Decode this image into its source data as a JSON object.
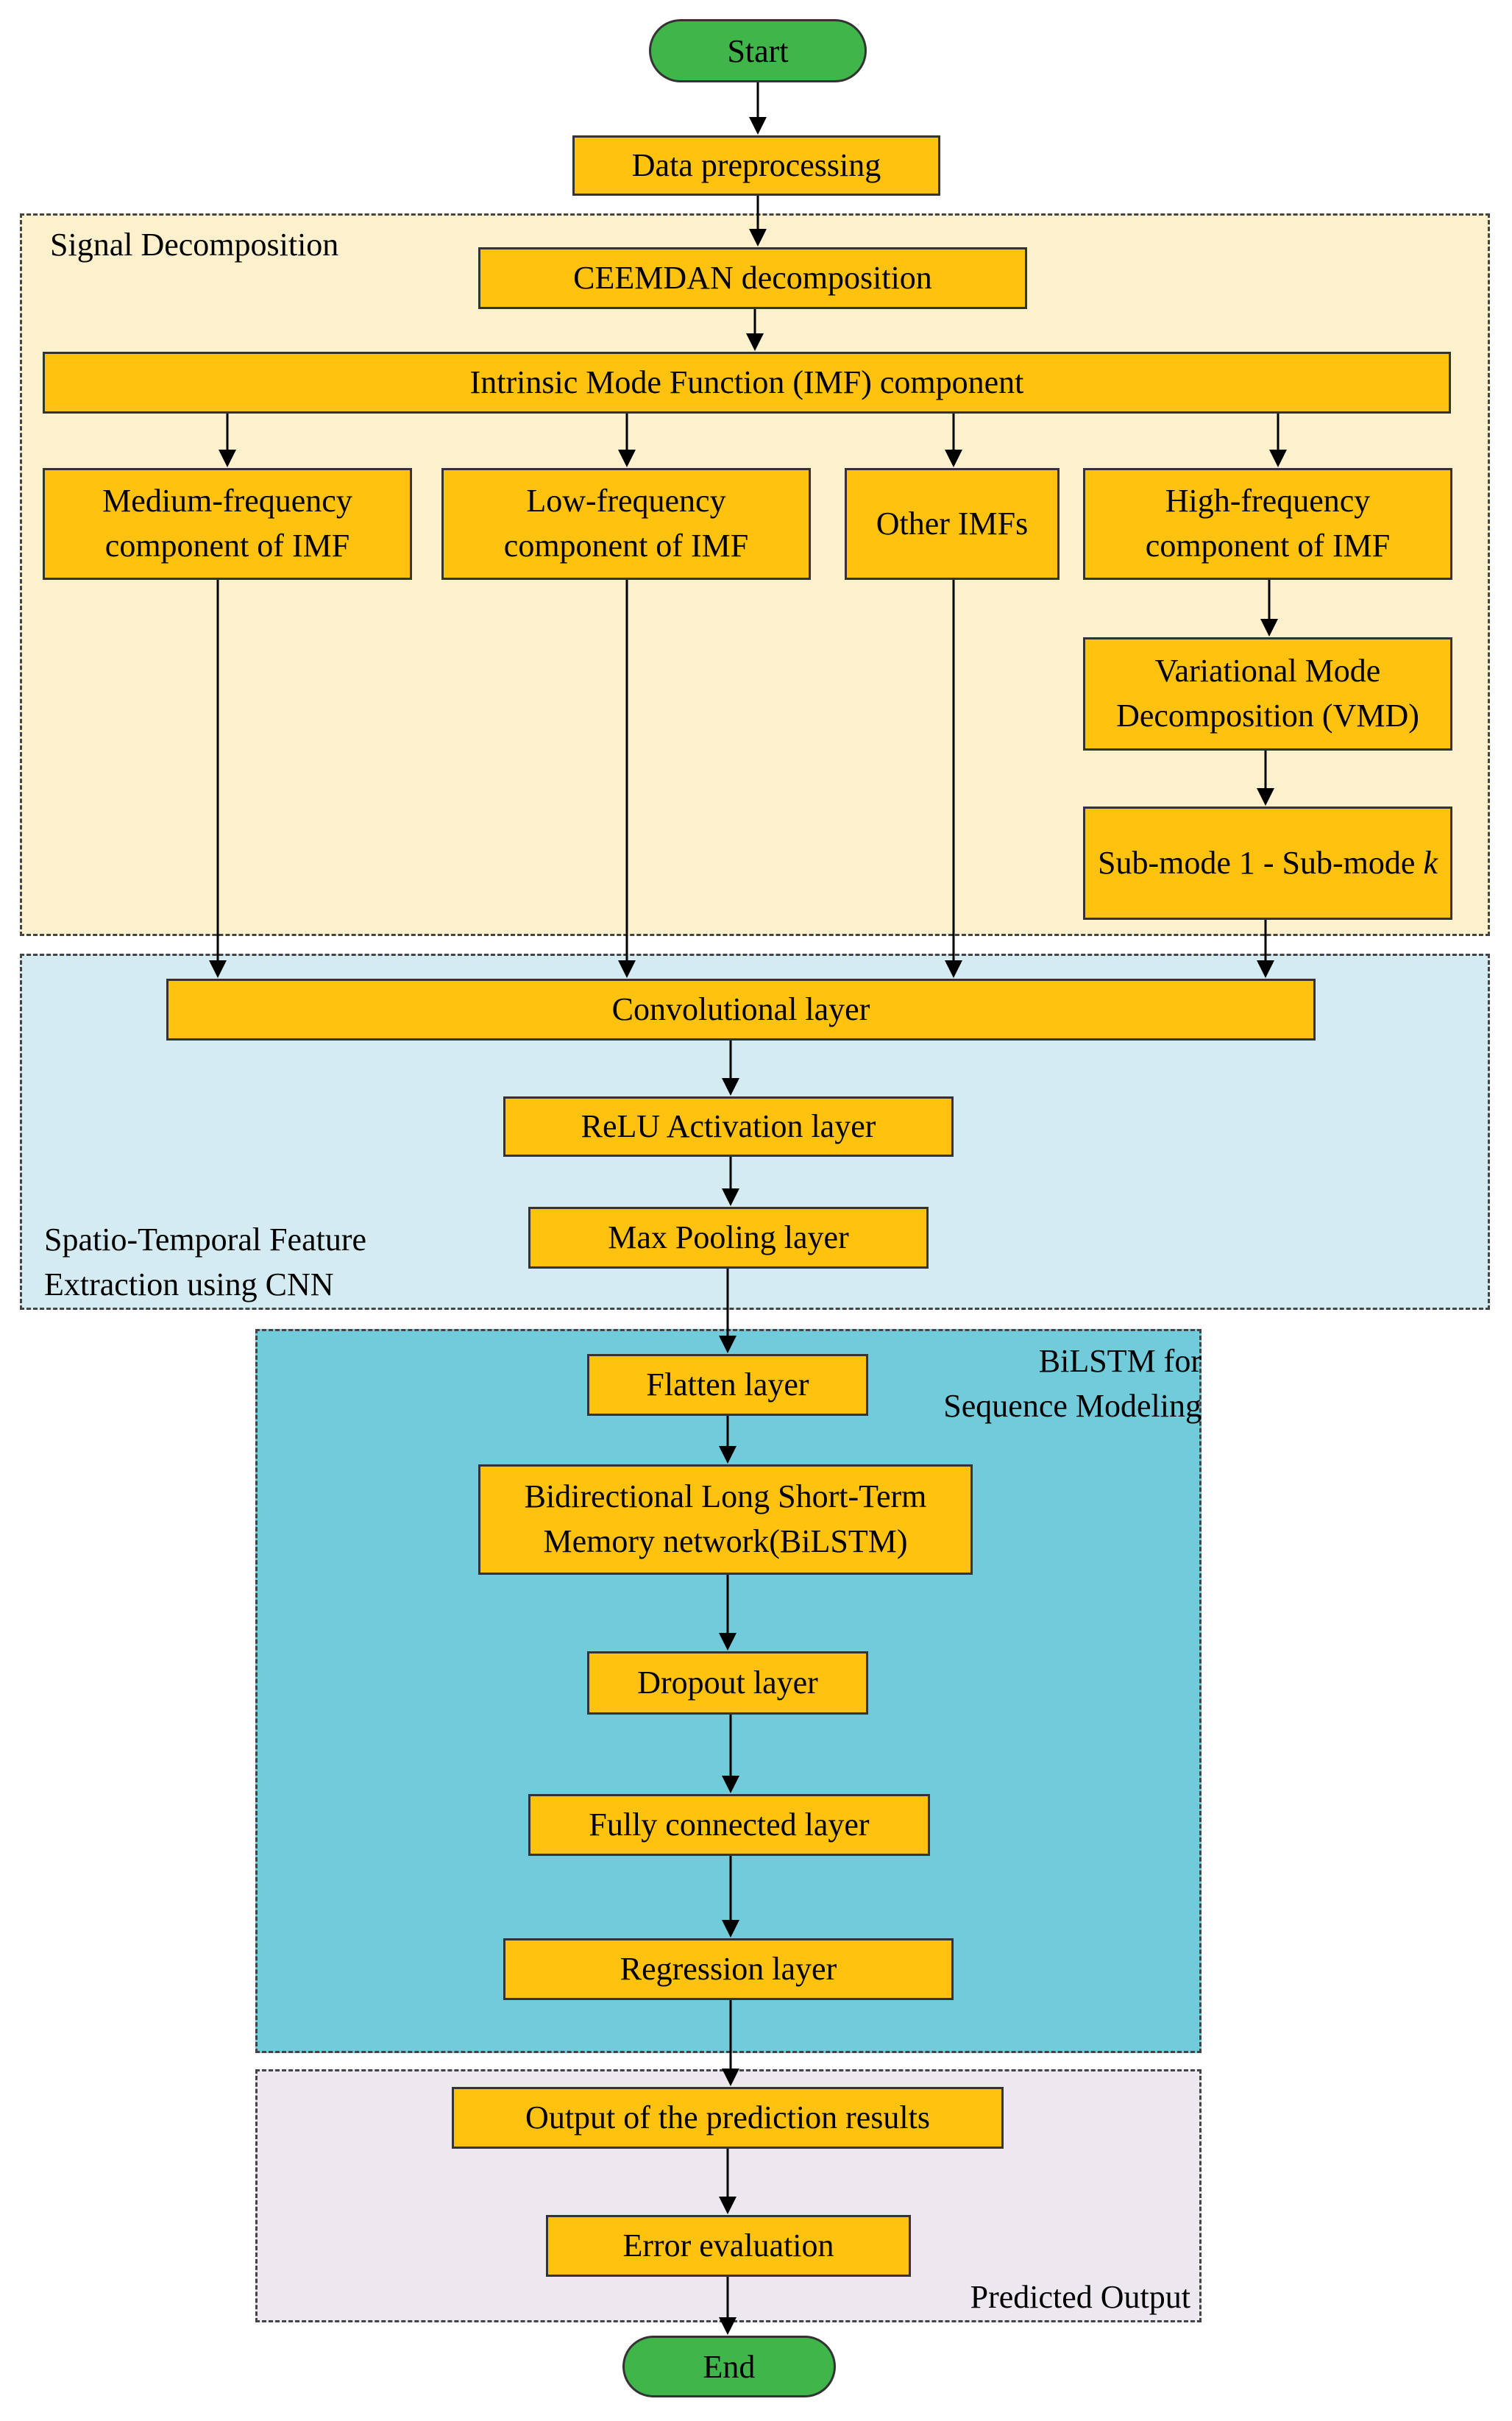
{
  "colors": {
    "box_fill": "#FFC20E",
    "terminal_fill": "#3FB54A",
    "signal_region_fill": "#FDF0CC",
    "cnn_region_fill": "#D5EBF2",
    "bilstm_region_fill": "#72CBDA",
    "output_region_fill": "#EDE8F0"
  },
  "regions": {
    "signal": "Signal Decomposition",
    "cnn": "Spatio-Temporal Feature\nExtraction using CNN",
    "bilstm": "BiLSTM for\nSequence Modeling",
    "output": "Predicted Output"
  },
  "nodes": {
    "start": "Start",
    "preprocessing": "Data preprocessing",
    "ceemdan": "CEEMDAN decomposition",
    "imf": "Intrinsic Mode Function (IMF) component",
    "medium": "Medium-frequency component of IMF",
    "low": "Low-frequency component of IMF",
    "other": "Other IMFs",
    "high": "High-frequency component of IMF",
    "vmd": "Variational Mode Decomposition (VMD)",
    "submode_prefix": "Sub-mode 1 - Sub-mode ",
    "submode_k": "k",
    "conv": "Convolutional layer",
    "relu": "ReLU Activation layer",
    "maxpool": "Max Pooling layer",
    "flatten": "Flatten layer",
    "bilstm": "Bidirectional Long Short-Term Memory network(BiLSTM)",
    "dropout": "Dropout layer",
    "fc": "Fully connected layer",
    "regression": "Regression layer",
    "prediction": "Output of the prediction results",
    "error": "Error evaluation",
    "end": "End"
  }
}
